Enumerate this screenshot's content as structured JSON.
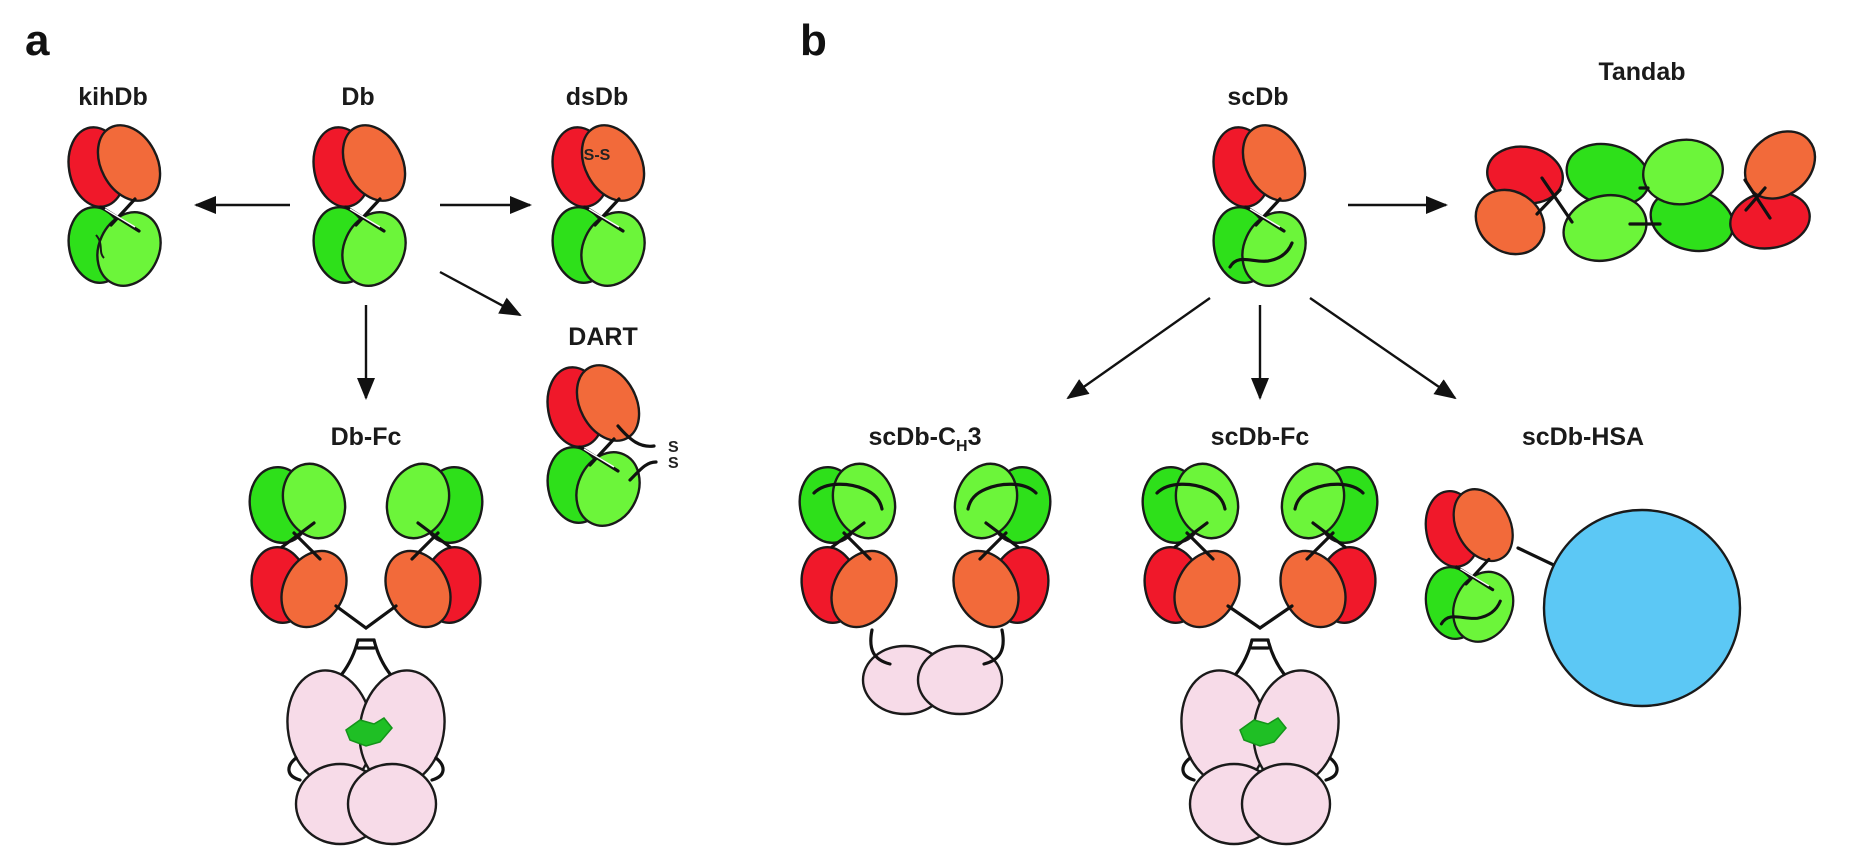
{
  "panels": {
    "a": {
      "label": "a"
    },
    "b": {
      "label": "b"
    }
  },
  "molecules": {
    "kihDb": "kihDb",
    "Db": "Db",
    "dsDb": "dsDb",
    "DART": "DART",
    "DbFc": "Db-Fc",
    "scDb": "scDb",
    "Tandab": "Tandab",
    "scDbCH3_prefix": "scDb-C",
    "scDbCH3_sub": "H",
    "scDbCH3_suffix": "3",
    "scDbFc": "scDb-Fc",
    "scDbHSA": "scDb-HSA"
  },
  "annotations": {
    "disulfide": "S-S",
    "s_upper": "S",
    "s_lower": "S"
  },
  "colors": {
    "red": "#f0182a",
    "orange": "#f26a3a",
    "green_dark": "#2ee01a",
    "green_light": "#6cf53a",
    "pink": "#f7dbe8",
    "fc_green": "#1fbf25",
    "hsa_blue": "#5cc8f5"
  }
}
